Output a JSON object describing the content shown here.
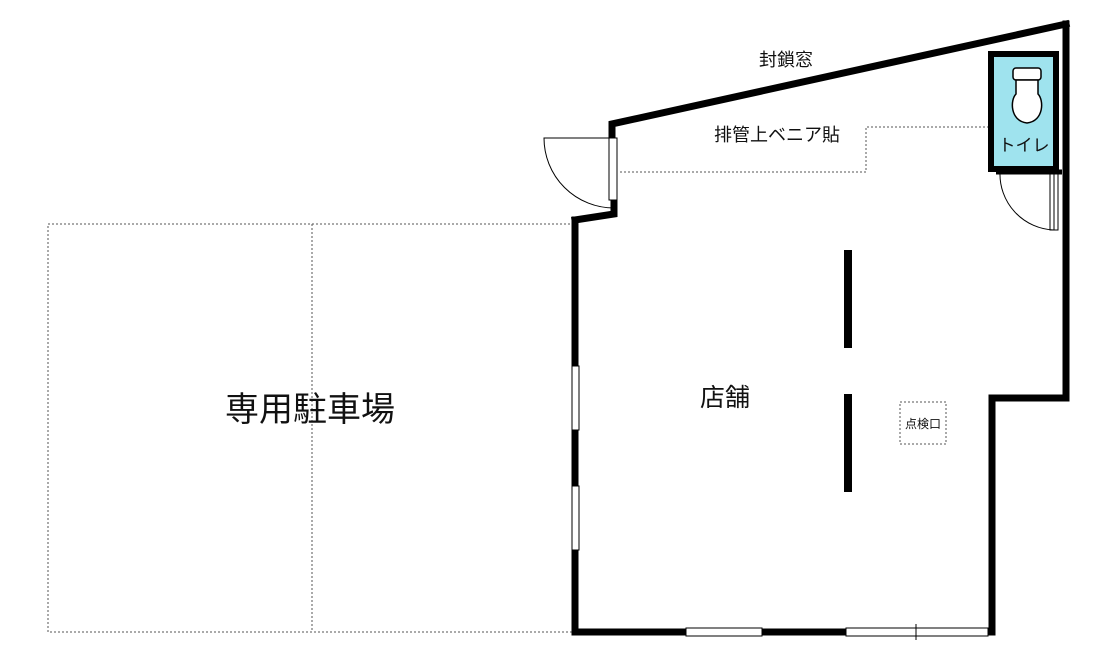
{
  "labels": {
    "parking": "専用駐車場",
    "store": "店舗",
    "toilet": "トイレ",
    "sealed_window": "封鎖窓",
    "pipe_veneer": "排管上ベニア貼",
    "inspection_hatch": "点検口"
  },
  "colors": {
    "toilet_fill": "#9fe3ee",
    "wall": "#000000",
    "dotted_line": "#555555"
  },
  "icons": {
    "toilet_fixture": "toilet-icon"
  }
}
